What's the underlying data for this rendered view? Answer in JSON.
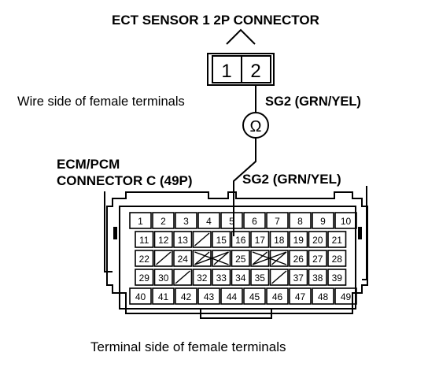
{
  "diagram": {
    "ect_connector_title": "ECT SENSOR 1 2P CONNECTOR",
    "ect_pins": [
      "1",
      "2"
    ],
    "wire_side_label": "Wire side of female terminals",
    "sg2_top_label": "SG2 (GRN/YEL)",
    "ohm_symbol": "Ω",
    "ecm_label_line1": "ECM/PCM",
    "ecm_label_line2": "CONNECTOR C (49P)",
    "sg2_ecm_label": "SG2 (GRN/YEL)",
    "terminal_side_label": "Terminal side of female terminals",
    "ecm_rows": [
      [
        "1",
        "2",
        "3",
        "4",
        "5",
        "6",
        "7",
        "8",
        "9",
        "10"
      ],
      [
        "11",
        "12",
        "13",
        "",
        "15",
        "16",
        "17",
        "18",
        "19",
        "20",
        "21"
      ],
      [
        "22",
        "",
        "24",
        "",
        "",
        "25",
        "",
        "",
        "26",
        "27",
        "28"
      ],
      [
        "29",
        "30",
        "",
        "32",
        "33",
        "34",
        "35",
        "",
        "37",
        "38",
        "39"
      ],
      [
        "40",
        "41",
        "42",
        "43",
        "44",
        "45",
        "46",
        "47",
        "48",
        "49"
      ]
    ],
    "colors": {
      "line": "#000000",
      "background": "#ffffff"
    }
  }
}
